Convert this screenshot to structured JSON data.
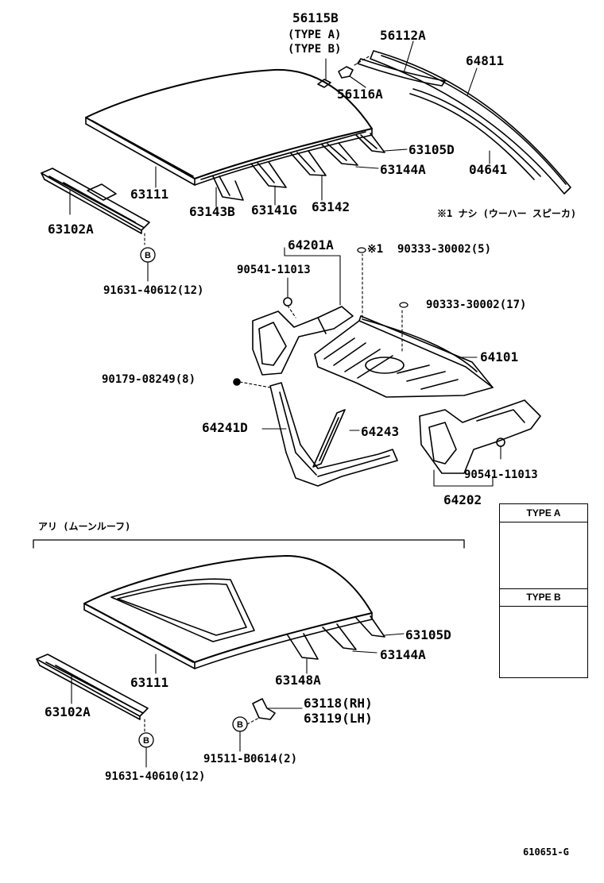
{
  "labels": {
    "p56115B": "56115B",
    "typeA_paren": "(TYPE  A)",
    "typeB_paren": "(TYPE  B)",
    "p56112A": "56112A",
    "p64811": "64811",
    "p56116A": "56116A",
    "p63105D_top": "63105D",
    "p63144A_top": "63144A",
    "p04641": "04641",
    "p63111_top": "63111",
    "p63143B": "63143B",
    "p63141G": "63141G",
    "p63142": "63142",
    "p63102A_top": "63102A",
    "note_speaker": "※1 ナシ (ウーハー  スピーカ)",
    "p64201A": "64201A",
    "p90541_top": "90541-11013",
    "star1": "※1",
    "p90333_5": "90333-30002(5)",
    "p90333_17": "90333-30002(17)",
    "circleB_1": "B",
    "p91631_40612": "91631-40612(12)",
    "p64101": "64101",
    "p90179": "90179-08249(8)",
    "p64241D": "64241D",
    "p64243": "64243",
    "p90541_bottom": "90541-11013",
    "p64202": "64202",
    "section_title": "アリ (ムーンルーフ)",
    "p63105D_bot": "63105D",
    "p63144A_bot": "63144A",
    "p63111_bot": "63111",
    "p63148A": "63148A",
    "p63102A_bot": "63102A",
    "p63118": "63118(RH)",
    "p63119": "63119(LH)",
    "circleB_2": "B",
    "circleB_3": "B",
    "p91511": "91511-B0614(2)",
    "p91631_40610": "91631-40610(12)",
    "diagram_code": "610651-G"
  },
  "type_boxes": {
    "a": "TYPE A",
    "b": "TYPE B"
  }
}
